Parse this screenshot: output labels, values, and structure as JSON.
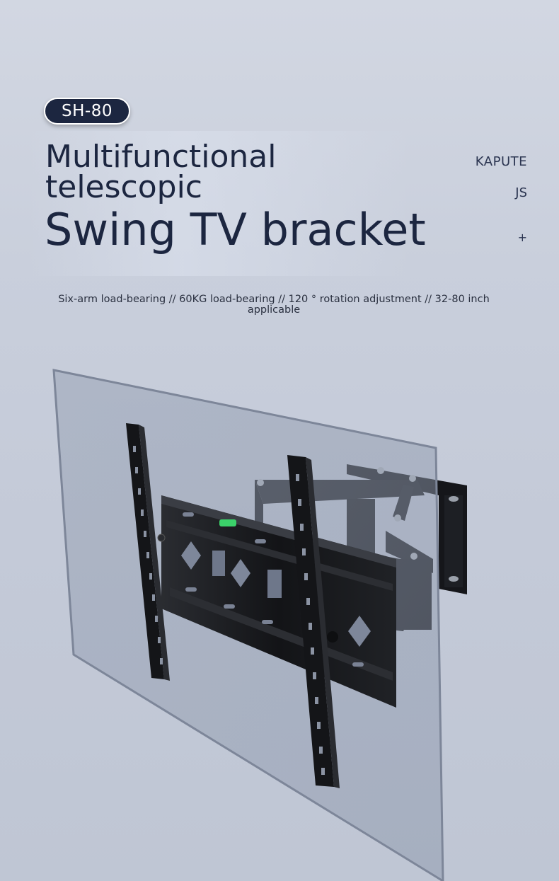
{
  "model_badge": "SH-80",
  "headline": {
    "line1": "Multifunctional",
    "line2": "telescopic",
    "line3": "Swing TV bracket"
  },
  "brand": {
    "name": "KAPUTE",
    "suffix": "JS",
    "symbol": "+"
  },
  "specs": "Six-arm load-bearing // 60KG load-bearing // 120 ° rotation adjustment // 32-80 inch applicable",
  "colors": {
    "navy": "#1c2640",
    "background": "#c9cfdc",
    "bracket": "#17181b",
    "level_bubble": "#3bd16a"
  },
  "image": {
    "subject": "TV wall mount bracket with swing arms behind a transparent glass panel",
    "icons": [
      "glass-panel",
      "bracket-plate",
      "swing-arm",
      "bubble-level"
    ]
  }
}
